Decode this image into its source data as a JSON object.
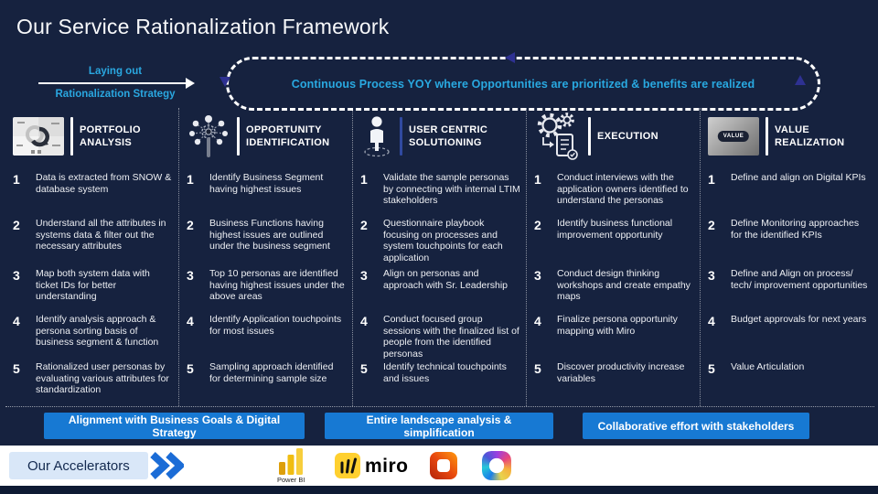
{
  "title": "Our Service Rationalization Framework",
  "strategy": {
    "line1": "Laying out",
    "line2": "Rationalization Strategy"
  },
  "loop_banner": "Continuous Process YOY where Opportunities are prioritized & benefits are realized",
  "step_numbers": [
    "1",
    "2",
    "3",
    "4",
    "5"
  ],
  "value_badge_text": "VALUE",
  "columns": [
    {
      "title_line1": "PORTFOLIO",
      "title_line2": "ANALYSIS",
      "icon": "portfolio-analysis-thumbnail",
      "items": [
        "Data is extracted from SNOW & database system",
        "Understand all the attributes in systems data & filter out the necessary attributes",
        "Map both system data with ticket IDs for better understanding",
        "Identify analysis approach & persona sorting basis of business segment & function",
        "Rationalized user personas by evaluating various attributes for standardization"
      ]
    },
    {
      "title_line1": "OPPORTUNITY",
      "title_line2": "IDENTIFICATION",
      "icon": "network-hub-icon",
      "items": [
        "Identify Business Segment having highest issues",
        "Business Functions having highest issues are outlined under the business segment",
        "Top 10 personas are identified having highest issues under the above areas",
        "Identify Application touchpoints for most issues",
        "Sampling approach identified for determining sample size"
      ]
    },
    {
      "title_line1": "USER CENTRIC",
      "title_line2": "SOLUTIONING",
      "icon": "person-icon",
      "items": [
        "Validate the sample personas by connecting with internal LTIM stakeholders",
        "Questionnaire playbook focusing on processes and system touchpoints for each application",
        "Align on personas and approach with Sr. Leadership",
        "Conduct focused group sessions with the finalized list of people from the identified personas",
        "Identify technical touchpoints and issues"
      ]
    },
    {
      "title_line1": "EXECUTION",
      "title_line2": "",
      "icon": "gears-document-icon",
      "items": [
        "Conduct interviews with the application owners identified to understand the personas",
        "Identify business functional improvement opportunity",
        "Conduct design thinking workshops and create empathy maps",
        "Finalize persona opportunity mapping with Miro",
        "Discover productivity increase variables"
      ]
    },
    {
      "title_line1": "VALUE",
      "title_line2": "REALIZATION",
      "icon": "value-photo-thumbnail",
      "items": [
        "Define and align on Digital KPIs",
        "Define Monitoring approaches for the identified KPIs",
        "Define and Align on process/ tech/ improvement opportunities",
        "Budget approvals for next years",
        "Value Articulation"
      ]
    }
  ],
  "footer_banners": [
    "Alignment with Business Goals & Digital Strategy",
    "Entire landscape analysis & simplification",
    "Collaborative effort with stakeholders"
  ],
  "accelerators": {
    "label": "Our Accelerators",
    "powerbi_caption": "Power BI",
    "miro_wordmark": "miro"
  },
  "colors": {
    "background": "#16223F",
    "accent_cyan": "#29A9E1",
    "banner_blue": "#1779D3",
    "arrow_navy": "#2E3192",
    "powerbi_yellow": "#F2C811",
    "miro_yellow": "#FFD02F"
  }
}
